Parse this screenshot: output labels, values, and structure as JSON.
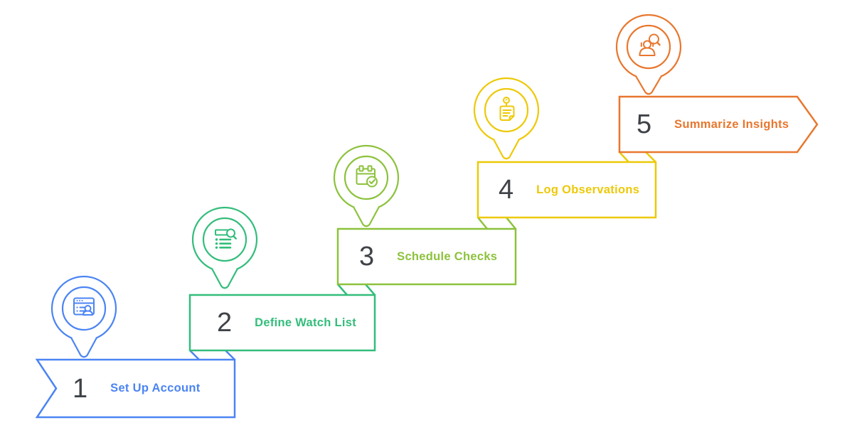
{
  "diagram": {
    "type": "staircase-process",
    "background_color": "#ffffff",
    "number_color": "#3f4347",
    "steps": [
      {
        "number": "1",
        "label": "Set Up Account",
        "color": "#4b84f3",
        "icon": "browser-user-icon"
      },
      {
        "number": "2",
        "label": "Define Watch List",
        "color": "#33bd7b",
        "icon": "list-search-icon"
      },
      {
        "number": "3",
        "label": "Schedule Checks",
        "color": "#8cc23c",
        "icon": "calendar-check-icon"
      },
      {
        "number": "4",
        "label": "Log Observations",
        "color": "#edc908",
        "icon": "note-pin-icon"
      },
      {
        "number": "5",
        "label": "Summarize Insights",
        "color": "#e8772e",
        "icon": "person-search-icon"
      }
    ]
  }
}
